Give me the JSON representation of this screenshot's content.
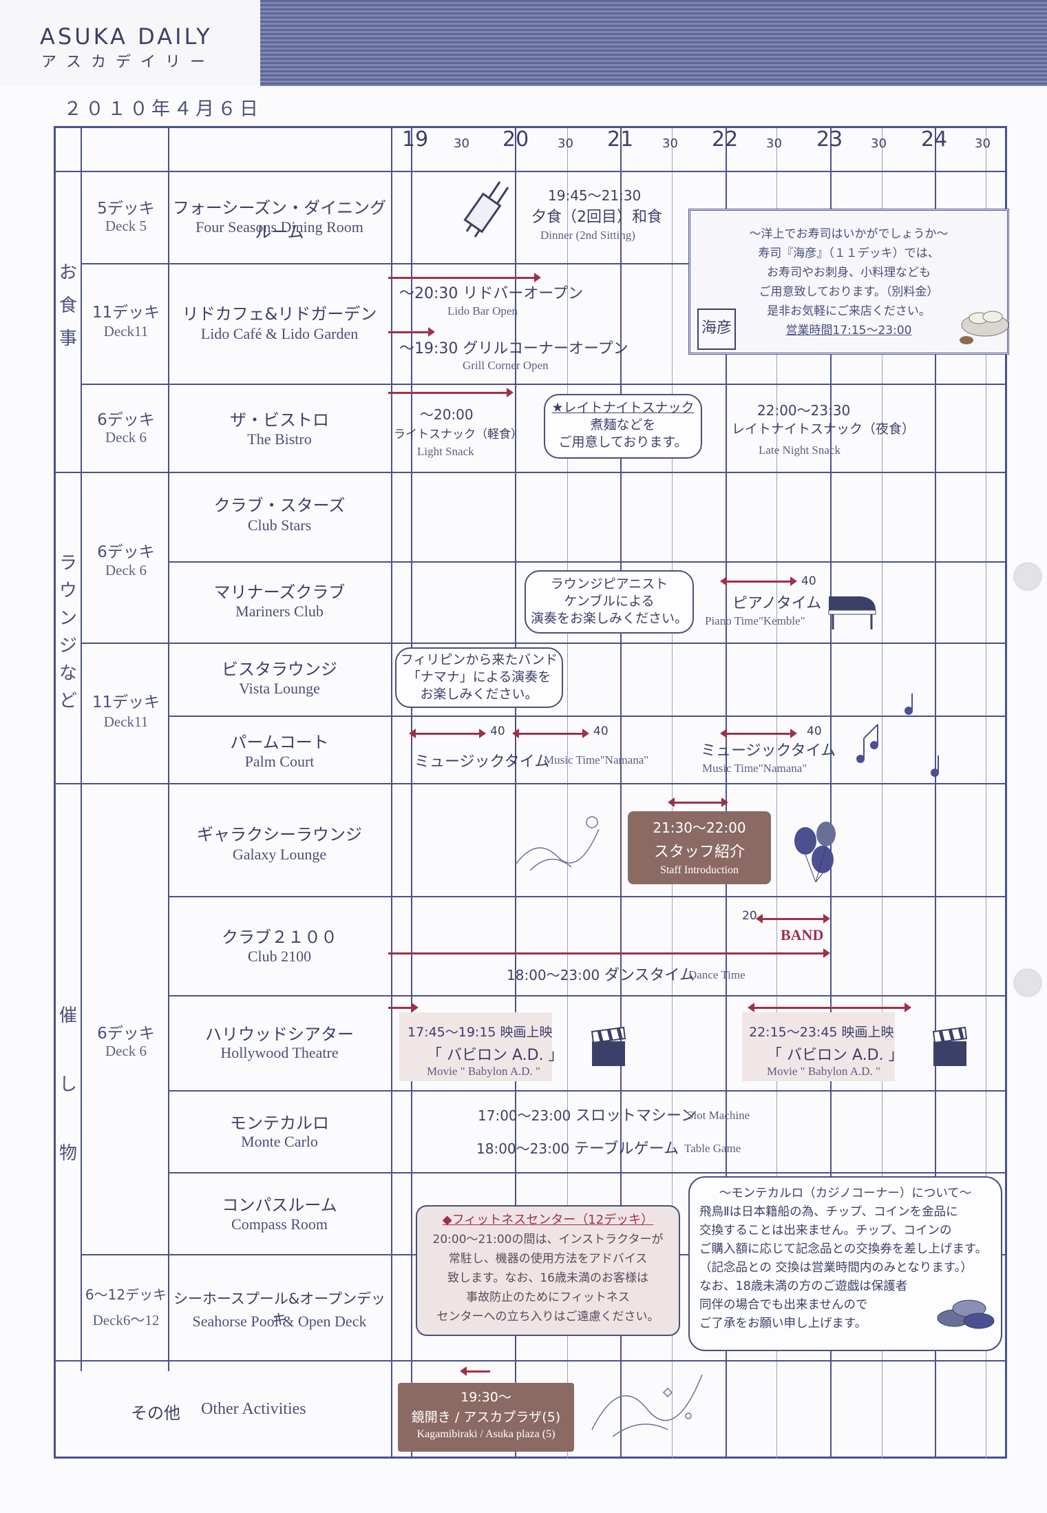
{
  "brand": {
    "title": "ASUKA DAILY",
    "subtitle": "アスカデイリー"
  },
  "date": "２０１０年４月６日",
  "hours": [
    {
      "h": "19",
      "half": "30"
    },
    {
      "h": "20",
      "half": "30"
    },
    {
      "h": "21",
      "half": "30"
    },
    {
      "h": "22",
      "half": "30"
    },
    {
      "h": "23",
      "half": "30"
    },
    {
      "h": "24",
      "half": "30"
    }
  ],
  "categories": {
    "dining": "お食事",
    "lounge": "ラウンジなど",
    "events": "催し物"
  },
  "rows": {
    "r1": {
      "deck_jp": "5デッキ",
      "deck_en": "Deck 5",
      "venue_jp": "フォーシーズン・ダイニングルーム",
      "venue_en": "Four Seasons Dining Room"
    },
    "r2": {
      "deck_jp": "11デッキ",
      "deck_en": "Deck11",
      "venue_jp": "リドカフェ&リドガーデン",
      "venue_en": "Lido Café & Lido Garden"
    },
    "r3": {
      "deck_jp": "6デッキ",
      "deck_en": "Deck 6",
      "venue_jp": "ザ・ビストロ",
      "venue_en": "The Bistro"
    },
    "r4": {
      "deck_jp": "6デッキ",
      "deck_en": "Deck 6",
      "venue_jp": "クラブ・スターズ",
      "venue_en": "Club Stars"
    },
    "r5": {
      "venue_jp": "マリナーズクラブ",
      "venue_en": "Mariners Club"
    },
    "r6": {
      "deck_jp": "11デッキ",
      "deck_en": "Deck11",
      "venue_jp": "ビスタラウンジ",
      "venue_en": "Vista Lounge"
    },
    "r7": {
      "venue_jp": "パームコート",
      "venue_en": "Palm Court"
    },
    "r8": {
      "deck_jp": "6デッキ",
      "deck_en": "Deck 6",
      "venue_jp": "ギャラクシーラウンジ",
      "venue_en": "Galaxy Lounge"
    },
    "r9": {
      "venue_jp": "クラブ２１００",
      "venue_en": "Club 2100"
    },
    "r10": {
      "venue_jp": "ハリウッドシアター",
      "venue_en": "Hollywood Theatre"
    },
    "r11": {
      "venue_jp": "モンテカルロ",
      "venue_en": "Monte Carlo"
    },
    "r12": {
      "venue_jp": "コンパスルーム",
      "venue_en": "Compass Room"
    },
    "r13": {
      "deck_jp": "6〜12デッキ",
      "deck_en": "Deck6〜12",
      "venue_jp": "シーホースプール&オープンデッキ",
      "venue_en": "Seahorse Pool & Open Deck"
    },
    "r14": {
      "label_jp": "その他",
      "label_en": "Other Activities"
    }
  },
  "events": {
    "dinner_time": "19:45〜21:30",
    "dinner_jp": "夕食（2回目）和食",
    "dinner_en": "Dinner (2nd Sitting)",
    "sushi_lines": [
      "〜洋上でお寿司はいかがでしょうか〜",
      "寿司『海彦』（１１デッキ）では、",
      "お寿司やお刺身、小料理なども",
      "ご用意致しております。（別料金）",
      "是非お気軽にご来店ください。",
      "営業時間17:15〜23:00"
    ],
    "sushi_logo": "海彦",
    "lido_bar_jp": "〜20:30 リドバーオープン",
    "lido_bar_en": "Lido Bar Open",
    "grill_jp": "〜19:30 グリルコーナーオープン",
    "grill_en": "Grill Corner Open",
    "bistro_time": "〜20:00",
    "bistro_jp": "ライトスナック（軽食）",
    "bistro_en": "Light Snack",
    "late_bubble": [
      "★レイトナイトスナック",
      "煮麺などを",
      "ご用意しております。"
    ],
    "late_time": "22:00〜23:30",
    "late_jp": "レイトナイトスナック（夜食）",
    "late_en": "Late Night Snack",
    "piano_bubble": [
      "ラウンジピアニスト",
      "ケンブルによる",
      "演奏をお楽しみください。"
    ],
    "piano_dur": "40",
    "piano_jp": "ピアノタイム",
    "piano_en": "Piano Time\"Kemble\"",
    "band_bubble": [
      "フィリピンから来たバンド",
      "「ナマナ」による演奏を",
      "お楽しみください。"
    ],
    "palm_dur1": "40",
    "palm_dur2": "40",
    "palm_dur3": "40",
    "palm_jp1": "ミュージックタイム",
    "palm_en1": "Music Time\"Namana\"",
    "palm_jp2": "ミュージックタイム",
    "palm_en2": "Music Time\"Namana\"",
    "staff_time": "21:30〜22:00",
    "staff_jp": "スタッフ紹介",
    "staff_en": "Staff Introduction",
    "band_dur": "20",
    "band_label": "BAND",
    "dance_time": "18:00〜23:00",
    "dance_jp": "ダンスタイム",
    "dance_en": "Dance Time",
    "movie1_time": "17:45〜19:15 映画上映",
    "movie1_title": "「 バビロン A.D. 」",
    "movie1_en": "Movie \" Babylon A.D. \"",
    "movie2_time": "22:15〜23:45 映画上映",
    "movie2_title": "「 バビロン A.D. 」",
    "movie2_en": "Movie \" Babylon A.D. \"",
    "slot_time": "17:00〜23:00",
    "slot_jp": "スロットマシーン",
    "slot_en": "Slot Machine",
    "table_time": "18:00〜23:00",
    "table_jp": "テーブルゲーム",
    "table_en": "Table Game",
    "fitness_lines": [
      "◆フィットネスセンター（12デッキ）",
      "20:00〜21:00の間は、インストラクターが",
      "常駐し、機器の使用方法をアドバイス",
      "致します。なお、16歳未満のお客様は",
      "事故防止のためにフィットネス",
      "センターへの立ち入りはご遠慮ください。"
    ],
    "casino_lines": [
      "〜モンテカルロ（カジノコーナー）について〜",
      "飛鳥Ⅱは日本籍船の為、チップ、コインを金品に",
      "交換することは出来ません。チップ、コインの",
      "ご購入額に応じて記念品との交換券を差し上げます。",
      "（記念品との 交換は営業時間内のみとなります。）",
      "なお、18歳未満の方のご遊戯は保護者",
      "同伴の場合でも出来ませんので",
      "ご了承をお願い申し上げます。"
    ],
    "kagami_time": "19:30〜",
    "kagami_jp": "鏡開き / アスカプラザ(5)",
    "kagami_en": "Kagamibiraki / Asuka plaza (5)"
  },
  "colors": {
    "ink": "#4a4f7a",
    "line": "#4a5090",
    "accent": "#a0304a",
    "badge": "#8b6a64",
    "band": "#5e6796"
  }
}
